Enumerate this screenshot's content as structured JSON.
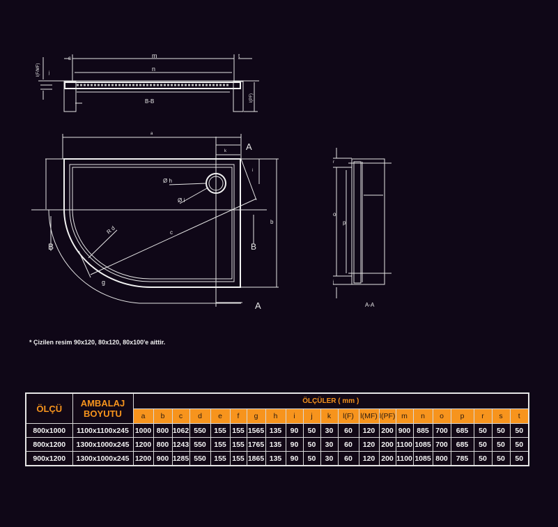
{
  "drawing": {
    "section_bb": {
      "title": "B-B",
      "labels": [
        "s",
        "m",
        "n",
        "t",
        "l(F/MF)",
        "j",
        "l(PF)"
      ]
    },
    "plan": {
      "labels": [
        "a",
        "k",
        "A",
        "A",
        "i",
        "Ø h",
        "Ø i",
        "b",
        "B",
        "B",
        "R d",
        "c",
        "g"
      ]
    },
    "section_aa": {
      "title": "A-A",
      "labels": [
        "r",
        "o",
        "p",
        "j"
      ]
    }
  },
  "note": "* Çizilen resim 90x120, 80x120, 80x100'e aittir.",
  "table": {
    "col_size": "ÖLÇÜ",
    "col_package": "AMBALAJ BOYUTU",
    "col_dimensions": "ÖLÇÜLER ( mm )",
    "letters": [
      "a",
      "b",
      "c",
      "d",
      "e",
      "f",
      "g",
      "h",
      "i",
      "j",
      "k",
      "l(F)",
      "l(MF)",
      "l(PF)",
      "m",
      "n",
      "o",
      "p",
      "r",
      "s",
      "t"
    ],
    "rows": [
      {
        "size": "800x1000",
        "package": "1100x1100x245",
        "values": [
          "1000",
          "800",
          "1062",
          "550",
          "155",
          "155",
          "1565",
          "135",
          "90",
          "50",
          "30",
          "60",
          "120",
          "200",
          "900",
          "885",
          "700",
          "685",
          "50",
          "50",
          "50"
        ]
      },
      {
        "size": "800x1200",
        "package": "1300x1000x245",
        "values": [
          "1200",
          "800",
          "1243",
          "550",
          "155",
          "155",
          "1765",
          "135",
          "90",
          "50",
          "30",
          "60",
          "120",
          "200",
          "1100",
          "1085",
          "700",
          "685",
          "50",
          "50",
          "50"
        ]
      },
      {
        "size": "900x1200",
        "package": "1300x1000x245",
        "values": [
          "1200",
          "900",
          "1285",
          "550",
          "155",
          "155",
          "1865",
          "135",
          "90",
          "50",
          "30",
          "60",
          "120",
          "200",
          "1100",
          "1085",
          "800",
          "785",
          "50",
          "50",
          "50"
        ]
      }
    ]
  },
  "colors": {
    "accent": "#f7941d",
    "background": "#0f0717"
  }
}
